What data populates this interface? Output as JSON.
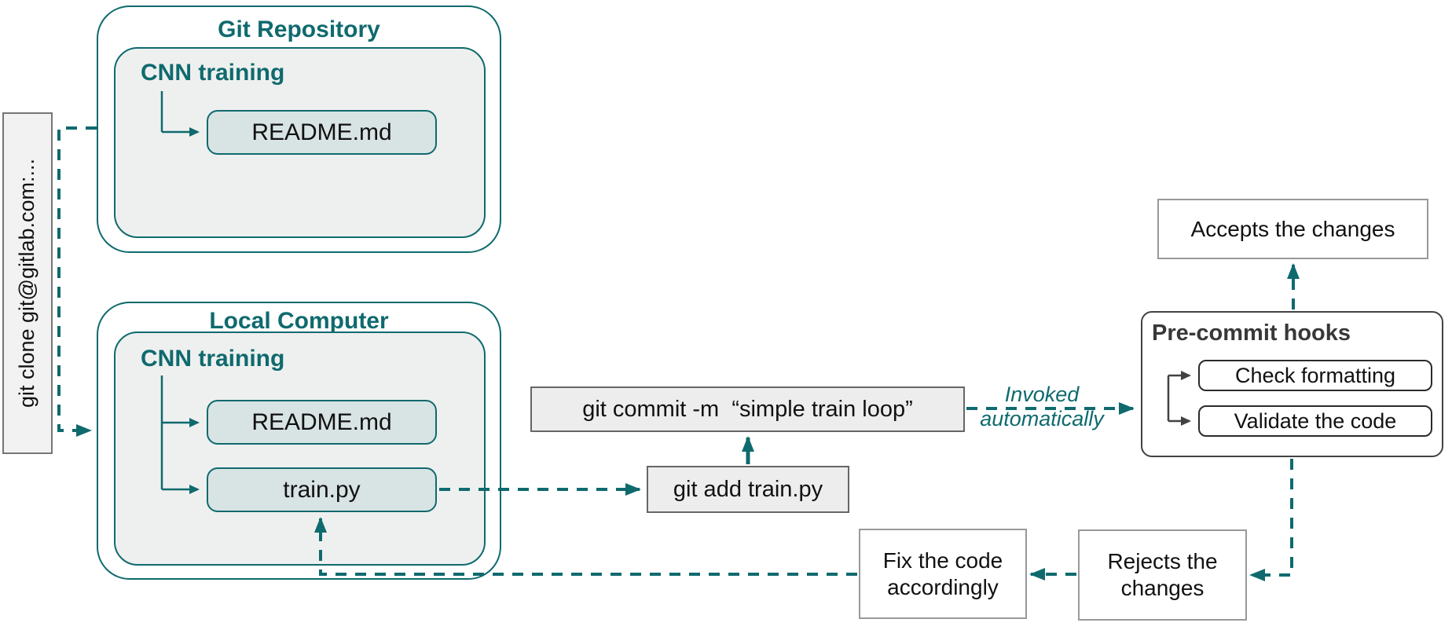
{
  "colors": {
    "accent_teal": "#0f6a6e",
    "inner_fill": "#eef0ef",
    "file_fill": "#d8e3e4",
    "command_fill": "#ededed",
    "command_border": "#666666",
    "plain_border": "#999999",
    "hooks_border": "#424242",
    "hooks_title_color": "#383838"
  },
  "side_label": {
    "text": "git clone git@gitlab.com:..."
  },
  "git_repository": {
    "title": "Git Repository",
    "folder": {
      "title": "CNN training",
      "files": [
        {
          "label": "README.md"
        }
      ]
    }
  },
  "local_computer": {
    "title": "Local Computer",
    "folder": {
      "title": "CNN training",
      "files": [
        {
          "label": "README.md"
        },
        {
          "label": "train.py"
        }
      ]
    }
  },
  "commands": {
    "commit": "git commit -m  “simple train loop”",
    "add": "git add train.py"
  },
  "precommit": {
    "title": "Pre-commit hooks",
    "hooks": [
      "Check formatting",
      "Validate the code"
    ]
  },
  "outcomes": {
    "accept": "Accepts the changes",
    "reject": "Rejects the changes",
    "fix": "Fix the code accordingly"
  },
  "annotations": {
    "invoked_line1": "Invoked",
    "invoked_line2": "automatically"
  }
}
